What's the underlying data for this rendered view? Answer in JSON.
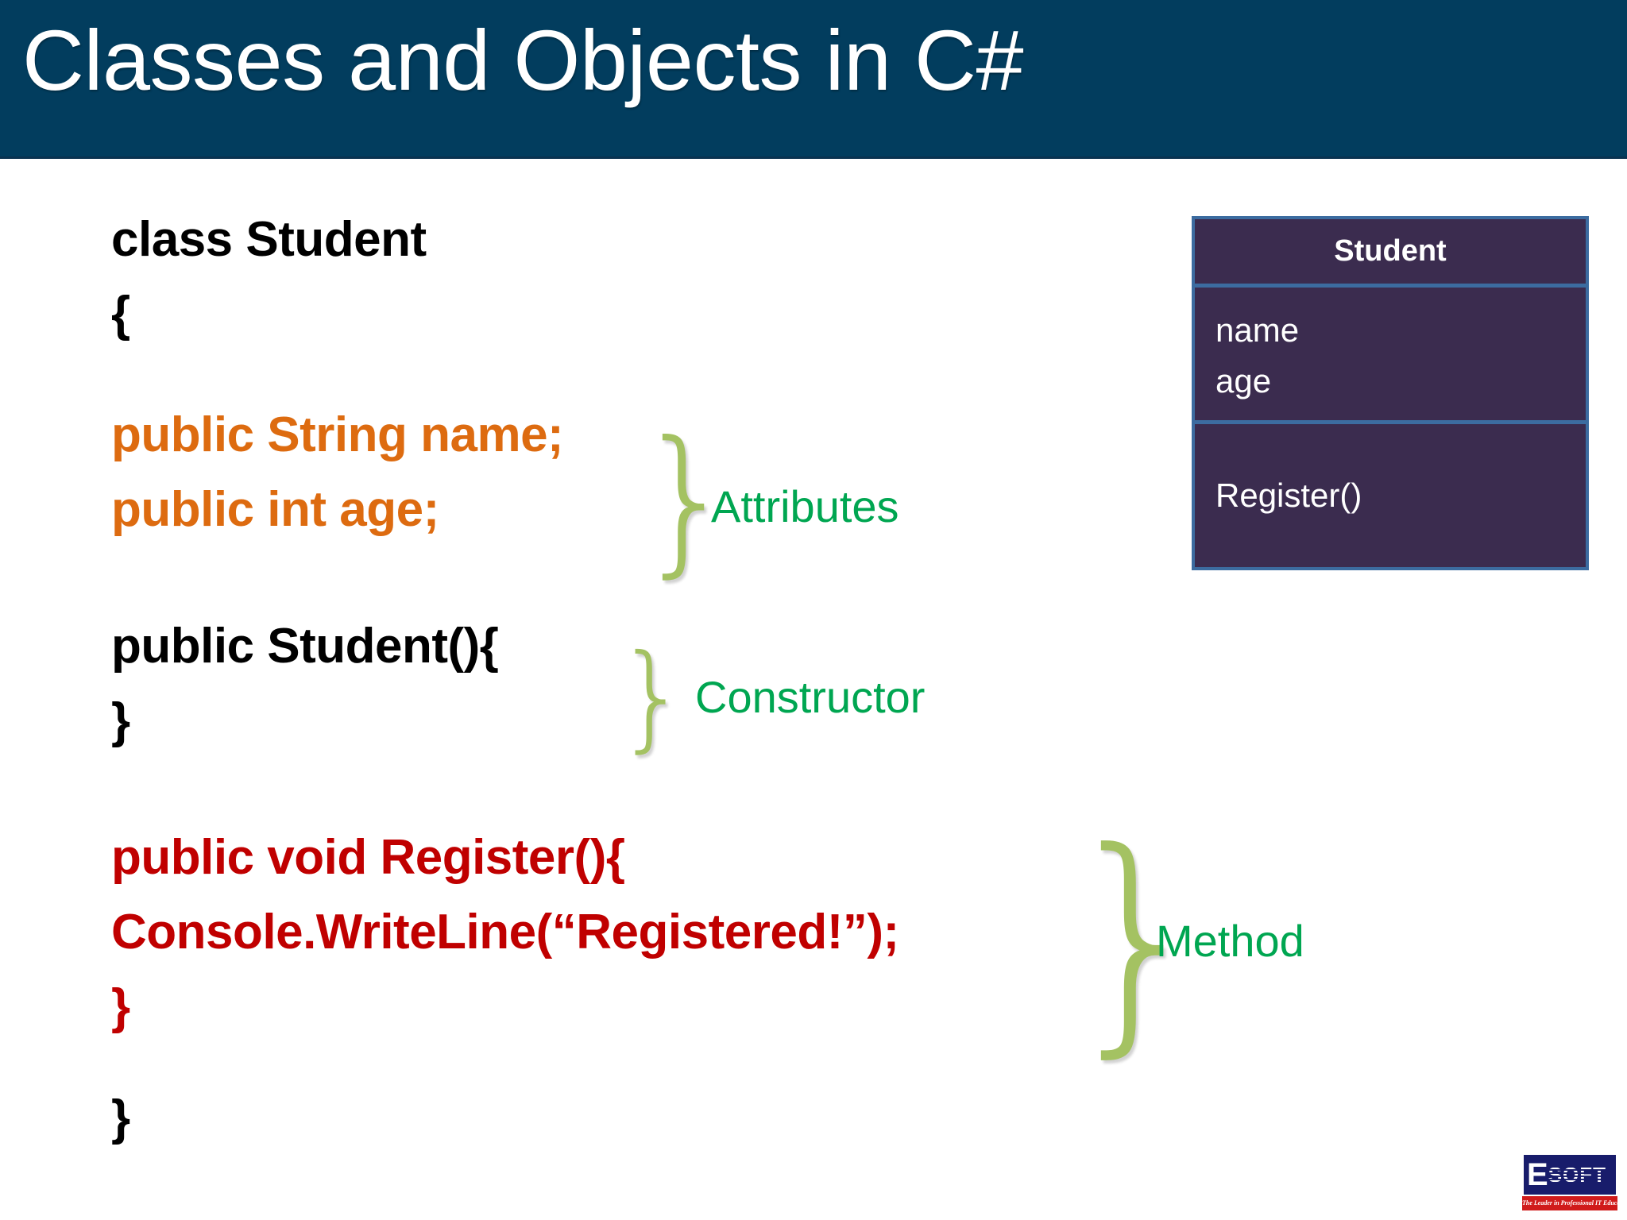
{
  "header": {
    "title": "Classes and Objects in C#",
    "band_color": "#023D5E",
    "title_color": "#FFFFFF"
  },
  "code": {
    "colors": {
      "default": "#000000",
      "attribute": "#DD6B10",
      "method": "#C00000"
    },
    "lines": [
      {
        "text": "class Student",
        "color": "black"
      },
      {
        "text": "{",
        "color": "black"
      },
      {
        "text": "public String name;",
        "color": "orange"
      },
      {
        "text": "public int age;",
        "color": "orange"
      },
      {
        "text": "public Student(){",
        "color": "black"
      },
      {
        "text": "}",
        "color": "black"
      },
      {
        "text": "public void Register(){",
        "color": "red"
      },
      {
        "text": "Console.WriteLine(“Registered!”);",
        "color": "red"
      },
      {
        "text": "}",
        "color": "red"
      },
      {
        "text": "}",
        "color": "black"
      }
    ]
  },
  "annotations": {
    "brace_color": "#A4C262",
    "label_color": "#00A651",
    "items": [
      {
        "label": "Attributes",
        "brace": "}"
      },
      {
        "label": "Constructor",
        "brace": "}"
      },
      {
        "label": "Method",
        "brace": "}"
      }
    ]
  },
  "uml": {
    "class_name": "Student",
    "attributes": [
      "name",
      "age"
    ],
    "methods": [
      "Register()"
    ],
    "fill_color": "#3B2C4F",
    "border_color": "#3C6CA0",
    "text_color": "#FFFFFF"
  },
  "logo": {
    "letter": "E",
    "word": "SOFT",
    "tagline": "The Leader in Professional IT Education",
    "background_color": "#181C6B",
    "tagline_color": "#D01B1B"
  }
}
